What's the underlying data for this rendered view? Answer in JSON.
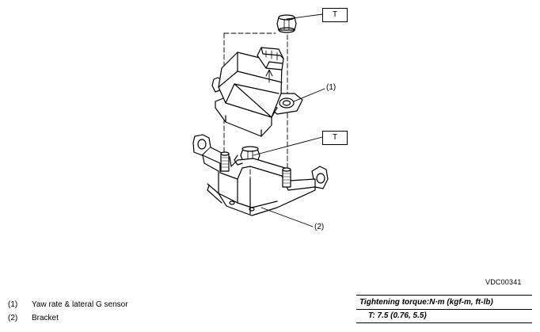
{
  "callouts": {
    "t_upper": "T",
    "t_lower": "T",
    "part1": "(1)",
    "part2": "(2)"
  },
  "figure_id": "VDC00341",
  "legend": [
    {
      "num": "(1)",
      "label": "Yaw rate & lateral G sensor"
    },
    {
      "num": "(2)",
      "label": "Bracket"
    }
  ],
  "torque": {
    "heading": "Tightening torque:N·m (kgf-m, ft-lb)",
    "value_line": "T:   7.5 (0.76, 5.5)"
  }
}
